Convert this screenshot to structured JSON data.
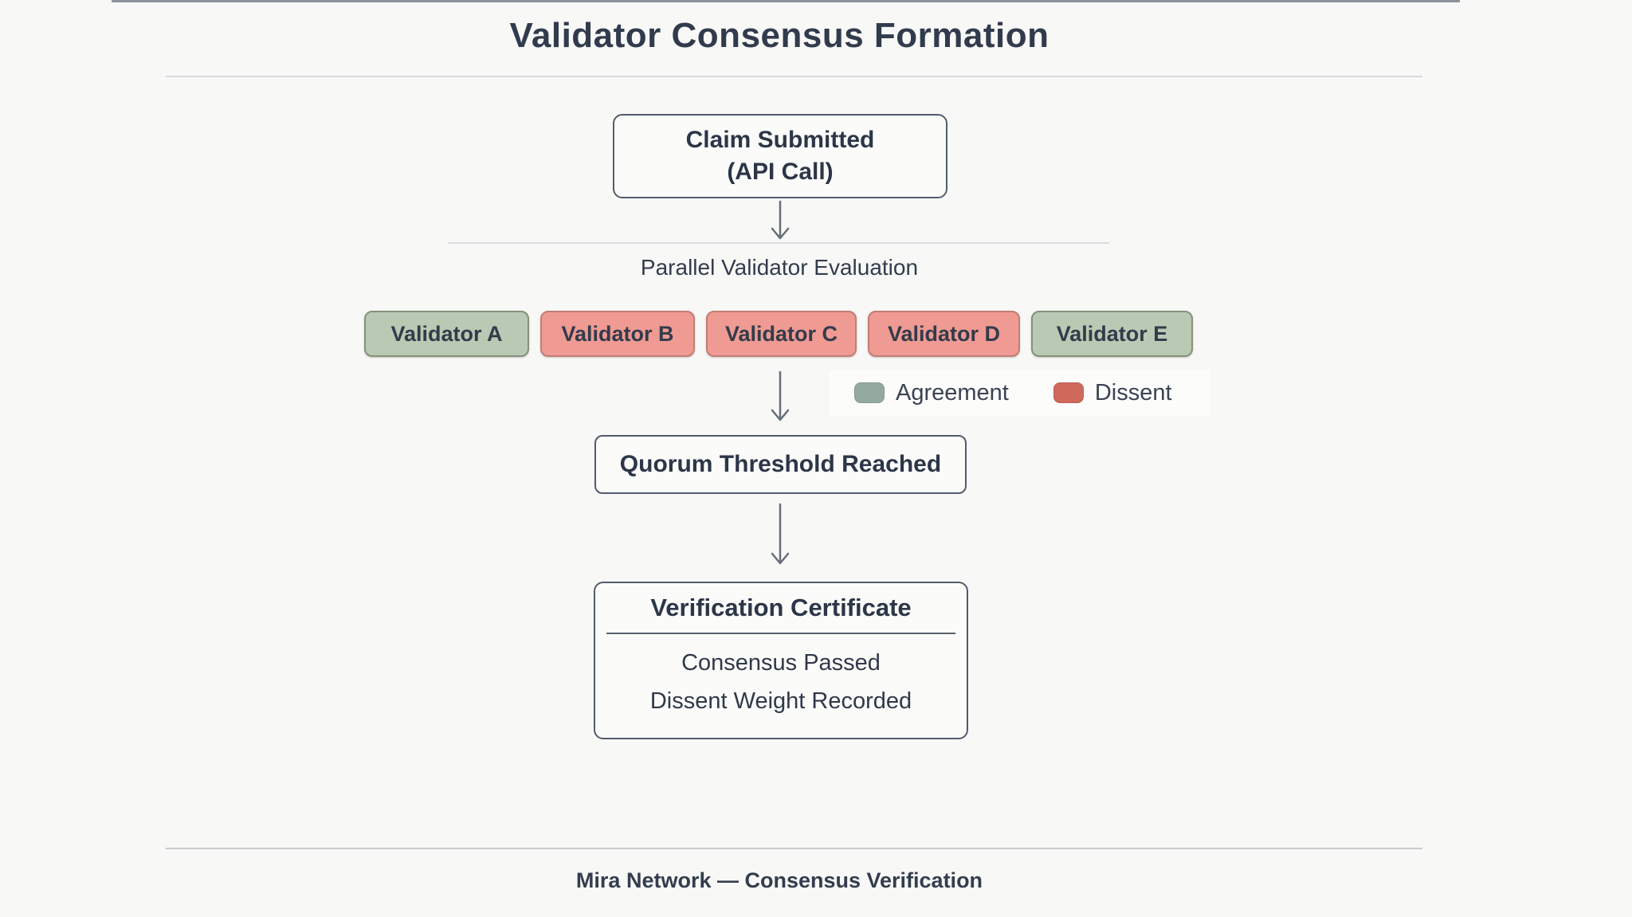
{
  "header": {
    "title": "Validator Consensus Formation"
  },
  "flow": {
    "claim_box": {
      "line1": "Claim Submitted",
      "line2": "(API Call)"
    },
    "parallel_label": "Parallel Validator Evaluation",
    "validators": [
      {
        "label": "Validator A",
        "status": "agreement"
      },
      {
        "label": "Validator B",
        "status": "dissent"
      },
      {
        "label": "Validator C",
        "status": "dissent"
      },
      {
        "label": "Validator D",
        "status": "dissent"
      },
      {
        "label": "Validator E",
        "status": "agreement"
      }
    ],
    "quorum_box": {
      "label": "Quorum Threshold Reached"
    },
    "certificate_box": {
      "title": "Verification Certificate",
      "result_lines": [
        "Consensus Passed",
        "Dissent Weight Recorded"
      ]
    }
  },
  "legend": {
    "agreement": {
      "label": "Agreement",
      "color": "#93ab9e"
    },
    "dissent": {
      "label": "Dissent",
      "color": "#cf695c"
    }
  },
  "footer": {
    "text": "Mira Network — Consensus Verification"
  },
  "colors": {
    "agreement_box_fill": "#bac9b3",
    "dissent_box_fill": "#ef9a92",
    "box_border": "#525c6b",
    "text": "#2e3849",
    "arrow": "#666e7a",
    "background": "#f8f8f6"
  }
}
